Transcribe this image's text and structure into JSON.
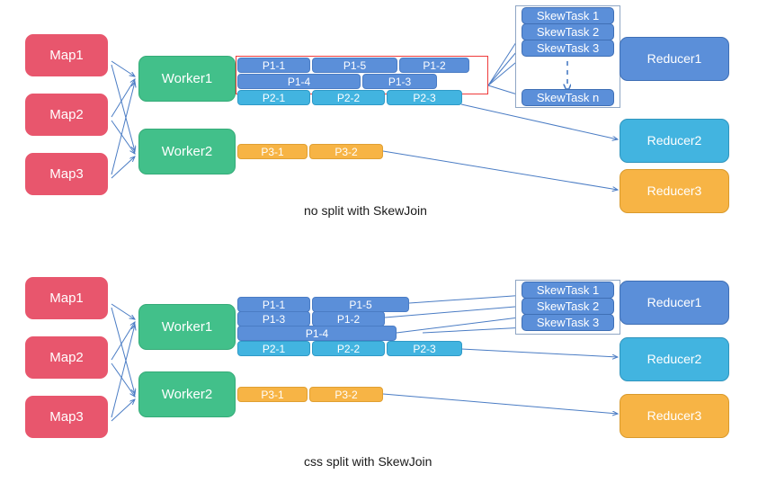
{
  "colors": {
    "map": "#e8566d",
    "worker": "#42c08a",
    "p1": "#5b8fd9",
    "p2": "#42b4e0",
    "p3": "#f7b445",
    "arrow": "#4a7cc4",
    "highlight": "#ef3b3b",
    "background": "#ffffff"
  },
  "diagrams": [
    {
      "id": "top",
      "caption": "no split with SkewJoin",
      "maps": [
        {
          "label": "Map1"
        },
        {
          "label": "Map2"
        },
        {
          "label": "Map3"
        }
      ],
      "workers": [
        {
          "label": "Worker1"
        },
        {
          "label": "Worker2"
        }
      ],
      "partition_rows": [
        {
          "worker": "Worker1",
          "group": "p1",
          "chips": [
            "P1-1",
            "P1-5",
            "P1-2"
          ]
        },
        {
          "worker": "Worker1",
          "group": "p1",
          "chips": [
            "P1-4",
            "P1-3"
          ]
        },
        {
          "worker": "Worker1",
          "group": "p2",
          "chips": [
            "P2-1",
            "P2-2",
            "P2-3"
          ]
        },
        {
          "worker": "Worker2",
          "group": "p3",
          "chips": [
            "P3-1",
            "P3-2"
          ]
        }
      ],
      "skew_tasks": [
        "SkewTask 1",
        "SkewTask 2",
        "SkewTask 3",
        "SkewTask n"
      ],
      "reducers": [
        {
          "label": "Reducer1",
          "group": "p1"
        },
        {
          "label": "Reducer2",
          "group": "p2"
        },
        {
          "label": "Reducer3",
          "group": "p3"
        }
      ]
    },
    {
      "id": "bottom",
      "caption": "css split with SkewJoin",
      "maps": [
        {
          "label": "Map1"
        },
        {
          "label": "Map2"
        },
        {
          "label": "Map3"
        }
      ],
      "workers": [
        {
          "label": "Worker1"
        },
        {
          "label": "Worker2"
        }
      ],
      "partition_rows": [
        {
          "worker": "Worker1",
          "group": "p1",
          "chips": [
            "P1-1",
            "P1-5"
          ]
        },
        {
          "worker": "Worker1",
          "group": "p1",
          "chips": [
            "P1-3",
            "P1-2"
          ]
        },
        {
          "worker": "Worker1",
          "group": "p1",
          "chips": [
            "P1-4"
          ]
        },
        {
          "worker": "Worker1",
          "group": "p2",
          "chips": [
            "P2-1",
            "P2-2",
            "P2-3"
          ]
        },
        {
          "worker": "Worker2",
          "group": "p3",
          "chips": [
            "P3-1",
            "P3-2"
          ]
        }
      ],
      "skew_tasks": [
        "SkewTask 1",
        "SkewTask 2",
        "SkewTask 3"
      ],
      "reducers": [
        {
          "label": "Reducer1",
          "group": "p1"
        },
        {
          "label": "Reducer2",
          "group": "p2"
        },
        {
          "label": "Reducer3",
          "group": "p3"
        }
      ]
    }
  ]
}
